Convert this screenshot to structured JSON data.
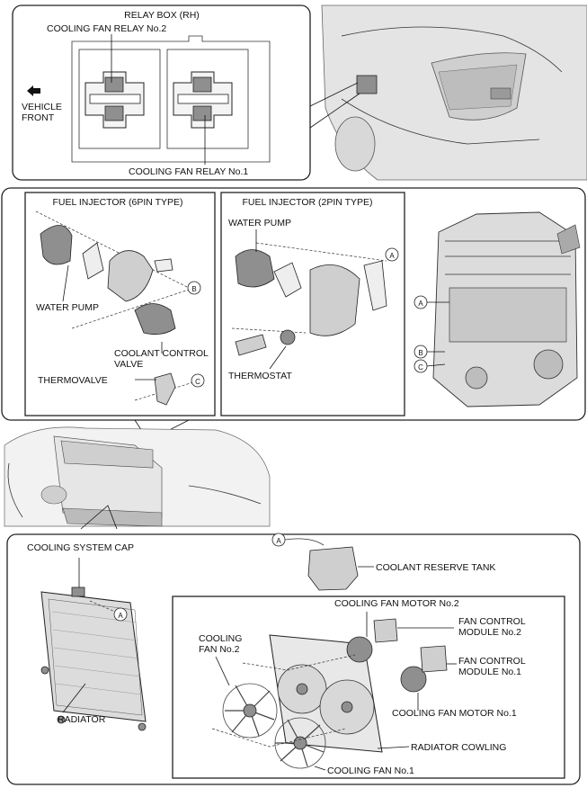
{
  "relay_panel": {
    "title": "RELAY BOX (RH)",
    "relay_no2_label": "COOLING FAN RELAY No.2",
    "relay_no1_label": "COOLING FAN RELAY No.1",
    "direction_line1": "VEHICLE",
    "direction_line2": "FRONT"
  },
  "engine_panel": {
    "injector_6pin": {
      "title": "FUEL INJECTOR (6PIN TYPE)",
      "water_pump": "WATER PUMP",
      "coolant_control_line1": "COOLANT CONTROL",
      "coolant_control_line2": "VALVE",
      "thermovalve": "THERMOVALVE",
      "callout_b": "B",
      "callout_c": "C"
    },
    "injector_2pin": {
      "title": "FUEL INJECTOR (2PIN TYPE)",
      "water_pump": "WATER PUMP",
      "thermostat": "THERMOSTAT",
      "callout_a": "A"
    },
    "engine_callouts": {
      "a": "A",
      "b": "B",
      "c": "C"
    }
  },
  "radiator_panel": {
    "cooling_system_cap": "COOLING SYSTEM CAP",
    "radiator": "RADIATOR",
    "callout_a_left": "A",
    "callout_a_top": "A",
    "coolant_reserve_tank": "COOLANT RESERVE TANK",
    "fan_motor_no2": "COOLING FAN MOTOR No.2",
    "fan_control_no2_line1": "FAN CONTROL",
    "fan_control_no2_line2": "MODULE No.2",
    "fan_control_no1_line1": "FAN CONTROL",
    "fan_control_no1_line2": "MODULE No.1",
    "cooling_fan_no2_line1": "COOLING",
    "cooling_fan_no2_line2": "FAN No.2",
    "fan_motor_no1": "COOLING FAN MOTOR No.1",
    "radiator_cowling": "RADIATOR COWLING",
    "cooling_fan_no1": "COOLING FAN No.1"
  }
}
